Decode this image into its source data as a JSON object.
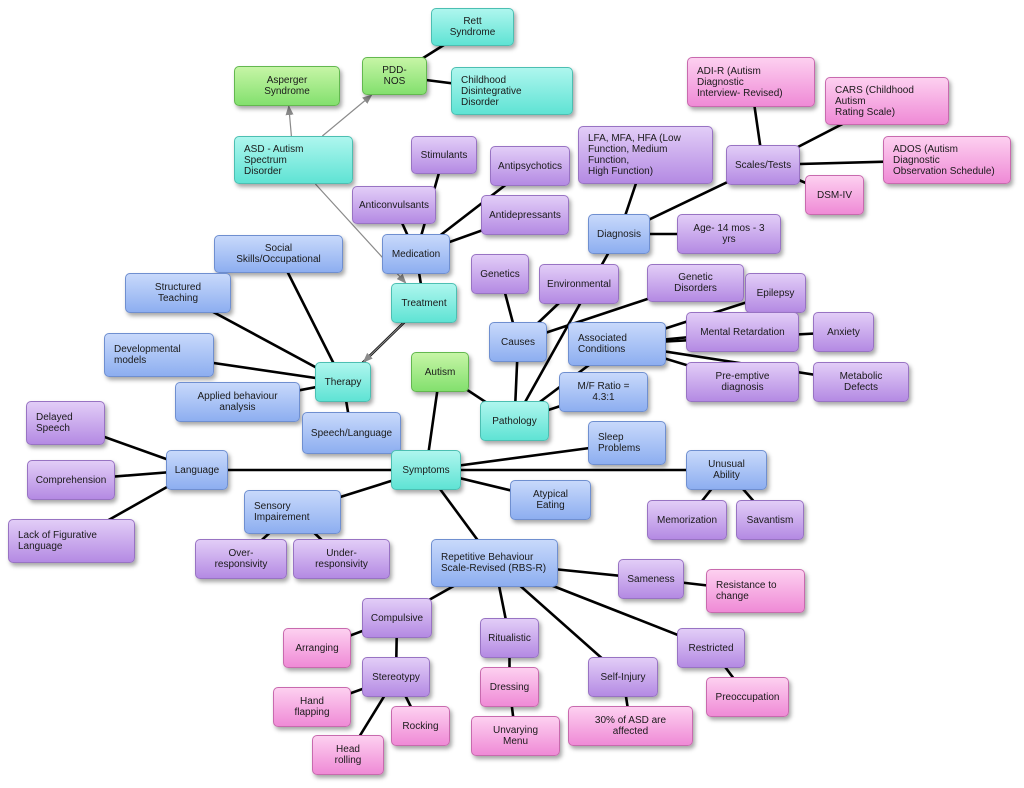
{
  "colors": {
    "teal": "#5fe3d4",
    "green": "#83e06e",
    "blue": "#8daef0",
    "purple": "#b48ae3",
    "pink": "#ef8ad6"
  },
  "nodes": {
    "rett": {
      "label": "Rett Syndrome",
      "color": "teal"
    },
    "pddnos": {
      "label": "PDD-NOS",
      "color": "green"
    },
    "asperger": {
      "label": "Asperger Syndrome",
      "color": "green"
    },
    "cdd": {
      "label": "Childhood Disintegrative\nDisorder",
      "color": "teal"
    },
    "asd": {
      "label": "ASD - Autism Spectrum\nDisorder",
      "color": "teal"
    },
    "stimulants": {
      "label": "Stimulants",
      "color": "purple"
    },
    "antipsychotics": {
      "label": "Antipsychotics",
      "color": "purple"
    },
    "anticonvulsants": {
      "label": "Anticonvulsants",
      "color": "purple"
    },
    "antidepressants": {
      "label": "Antidepressants",
      "color": "purple"
    },
    "medication": {
      "label": "Medication",
      "color": "blue"
    },
    "socialskills": {
      "label": "Social Skills/Occupational",
      "color": "blue"
    },
    "structured": {
      "label": "Structured Teaching",
      "color": "blue"
    },
    "treatment": {
      "label": "Treatment",
      "color": "teal"
    },
    "devmodels": {
      "label": "Developmental\nmodels",
      "color": "blue"
    },
    "therapy": {
      "label": "Therapy",
      "color": "teal"
    },
    "autism": {
      "label": "Autism",
      "color": "green"
    },
    "aba": {
      "label": "Applied behaviour analysis",
      "color": "blue"
    },
    "speech": {
      "label": "Speech/Language",
      "color": "blue"
    },
    "adir": {
      "label": "ADI-R (Autism Diagnostic\nInterview- Revised)",
      "color": "pink"
    },
    "cars": {
      "label": "CARS (Childhood Autism\nRating Scale)",
      "color": "pink"
    },
    "lfa": {
      "label": "LFA, MFA, HFA (Low\nFunction, Medium Function,\nHigh Function)",
      "color": "purple"
    },
    "scales": {
      "label": "Scales/Tests",
      "color": "purple"
    },
    "ados": {
      "label": "ADOS (Autism Diagnostic\nObservation Schedule)",
      "color": "pink"
    },
    "dsm": {
      "label": "DSM-IV",
      "color": "pink"
    },
    "diagnosis": {
      "label": "Diagnosis",
      "color": "blue"
    },
    "age": {
      "label": "Age- 14 mos - 3 yrs",
      "color": "purple"
    },
    "genetics": {
      "label": "Genetics",
      "color": "purple"
    },
    "environmental": {
      "label": "Environmental",
      "color": "purple"
    },
    "geneticdis": {
      "label": "Genetic Disorders",
      "color": "purple"
    },
    "epilepsy": {
      "label": "Epilepsy",
      "color": "purple"
    },
    "causes": {
      "label": "Causes",
      "color": "blue"
    },
    "associated": {
      "label": "Associated\nConditions",
      "color": "blue"
    },
    "mental": {
      "label": "Mental Retardation",
      "color": "purple"
    },
    "anxiety": {
      "label": "Anxiety",
      "color": "purple"
    },
    "preemptive": {
      "label": "Pre-emptive diagnosis",
      "color": "purple"
    },
    "metabolic": {
      "label": "Metabolic Defects",
      "color": "purple"
    },
    "mfratio": {
      "label": "M/F Ratio = 4.3:1",
      "color": "blue"
    },
    "pathology": {
      "label": "Pathology",
      "color": "teal"
    },
    "delayed": {
      "label": "Delayed\nSpeech",
      "color": "purple"
    },
    "comprehension": {
      "label": "Comprehension",
      "color": "purple"
    },
    "language": {
      "label": "Language",
      "color": "blue"
    },
    "symptoms": {
      "label": "Symptoms",
      "color": "teal"
    },
    "sleep": {
      "label": "Sleep\nProblems",
      "color": "blue"
    },
    "unusual": {
      "label": "Unusual Ability",
      "color": "blue"
    },
    "atypical": {
      "label": "Atypical Eating",
      "color": "blue"
    },
    "figurative": {
      "label": "Lack of Figurative\nLanguage",
      "color": "purple"
    },
    "sensory": {
      "label": "Sensory\nImpairement",
      "color": "blue"
    },
    "memorization": {
      "label": "Memorization",
      "color": "purple"
    },
    "savantism": {
      "label": "Savantism",
      "color": "purple"
    },
    "over": {
      "label": "Over-responsivity",
      "color": "purple"
    },
    "under": {
      "label": "Under-responsivity",
      "color": "purple"
    },
    "rbsr": {
      "label": "Repetitive Behaviour\nScale-Revised (RBS-R)",
      "color": "blue"
    },
    "sameness": {
      "label": "Sameness",
      "color": "purple"
    },
    "resistance": {
      "label": "Resistance to\nchange",
      "color": "pink"
    },
    "compulsive": {
      "label": "Compulsive",
      "color": "purple"
    },
    "ritualistic": {
      "label": "Ritualistic",
      "color": "purple"
    },
    "restricted": {
      "label": "Restricted",
      "color": "purple"
    },
    "arranging": {
      "label": "Arranging",
      "color": "pink"
    },
    "stereotypy": {
      "label": "Stereotypy",
      "color": "purple"
    },
    "dressing": {
      "label": "Dressing",
      "color": "pink"
    },
    "selfinjury": {
      "label": "Self-Injury",
      "color": "purple"
    },
    "handflapping": {
      "label": "Hand flapping",
      "color": "pink"
    },
    "rocking": {
      "label": "Rocking",
      "color": "pink"
    },
    "unvarying": {
      "label": "Unvarying Menu",
      "color": "pink"
    },
    "thirty": {
      "label": "30% of ASD are affected",
      "color": "pink"
    },
    "preoccupation": {
      "label": "Preoccupation",
      "color": "pink"
    },
    "headrolling": {
      "label": "Head rolling",
      "color": "pink"
    }
  },
  "edges": [
    [
      "pddnos",
      "rett"
    ],
    [
      "pddnos",
      "cdd"
    ],
    [
      "treatment",
      "medication"
    ],
    [
      "treatment",
      "therapy"
    ],
    [
      "medication",
      "stimulants"
    ],
    [
      "medication",
      "antipsychotics"
    ],
    [
      "medication",
      "anticonvulsants"
    ],
    [
      "medication",
      "antidepressants"
    ],
    [
      "therapy",
      "socialskills"
    ],
    [
      "therapy",
      "structured"
    ],
    [
      "therapy",
      "devmodels"
    ],
    [
      "therapy",
      "aba"
    ],
    [
      "therapy",
      "speech"
    ],
    [
      "autism",
      "pathology"
    ],
    [
      "autism",
      "symptoms"
    ],
    [
      "pathology",
      "causes"
    ],
    [
      "pathology",
      "diagnosis"
    ],
    [
      "pathology",
      "associated"
    ],
    [
      "pathology",
      "mfratio"
    ],
    [
      "causes",
      "genetics"
    ],
    [
      "causes",
      "environmental"
    ],
    [
      "causes",
      "geneticdis"
    ],
    [
      "diagnosis",
      "age"
    ],
    [
      "diagnosis",
      "lfa"
    ],
    [
      "diagnosis",
      "scales"
    ],
    [
      "scales",
      "adir"
    ],
    [
      "scales",
      "cars"
    ],
    [
      "scales",
      "ados"
    ],
    [
      "scales",
      "dsm"
    ],
    [
      "associated",
      "epilepsy"
    ],
    [
      "associated",
      "mental"
    ],
    [
      "associated",
      "anxiety"
    ],
    [
      "associated",
      "preemptive"
    ],
    [
      "associated",
      "metabolic"
    ],
    [
      "symptoms",
      "language"
    ],
    [
      "symptoms",
      "sleep"
    ],
    [
      "symptoms",
      "unusual"
    ],
    [
      "symptoms",
      "atypical"
    ],
    [
      "symptoms",
      "sensory"
    ],
    [
      "symptoms",
      "rbsr"
    ],
    [
      "language",
      "delayed"
    ],
    [
      "language",
      "comprehension"
    ],
    [
      "language",
      "figurative"
    ],
    [
      "unusual",
      "memorization"
    ],
    [
      "unusual",
      "savantism"
    ],
    [
      "sensory",
      "over"
    ],
    [
      "sensory",
      "under"
    ],
    [
      "rbsr",
      "sameness"
    ],
    [
      "rbsr",
      "compulsive"
    ],
    [
      "rbsr",
      "ritualistic"
    ],
    [
      "rbsr",
      "selfinjury"
    ],
    [
      "rbsr",
      "restricted"
    ],
    [
      "sameness",
      "resistance"
    ],
    [
      "compulsive",
      "arranging"
    ],
    [
      "compulsive",
      "stereotypy"
    ],
    [
      "stereotypy",
      "handflapping"
    ],
    [
      "stereotypy",
      "rocking"
    ],
    [
      "stereotypy",
      "headrolling"
    ],
    [
      "ritualistic",
      "dressing"
    ],
    [
      "dressing",
      "unvarying"
    ],
    [
      "selfinjury",
      "thirty"
    ],
    [
      "restricted",
      "preoccupation"
    ]
  ],
  "arrows": [
    [
      "asd",
      "asperger"
    ],
    [
      "asd",
      "pddnos"
    ],
    [
      "asd",
      "treatment"
    ],
    [
      "treatment",
      "therapy"
    ]
  ]
}
